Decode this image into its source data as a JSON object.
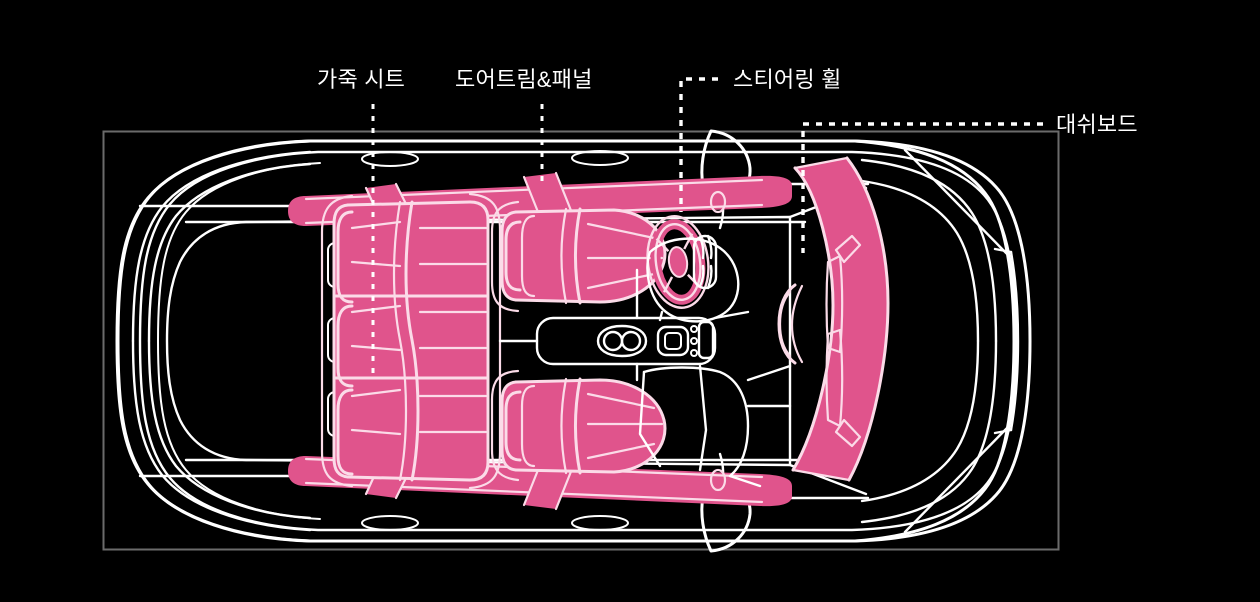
{
  "diagram": {
    "title": "car-interior-material-callouts",
    "background_color": "#000000",
    "frame_color": "#6b6b6b",
    "outline_color": "#ffffff",
    "highlight_color": "#e0548c",
    "label_color": "#ffffff",
    "view": "top-down car interior plan"
  },
  "labels": {
    "leather_seat": "가죽 시트",
    "door_trim_panel": "도어트림&패널",
    "steering_wheel": "스티어링 휠",
    "dashboard": "대쉬보드"
  },
  "callouts": [
    {
      "id": "leather-seat",
      "text": "가죽 시트",
      "leader": "vertical-dashed",
      "target": "rear-and-front-seats"
    },
    {
      "id": "door-trim-panel",
      "text": "도어트림&패널",
      "leader": "vertical-dashed",
      "target": "door-trim-bands"
    },
    {
      "id": "steering-wheel",
      "text": "스티어링 휠",
      "leader": "elbow-dashed",
      "target": "steering-wheel"
    },
    {
      "id": "dashboard",
      "text": "대쉬보드",
      "leader": "elbow-dashed",
      "target": "dashboard-band"
    }
  ],
  "highlighted_parts": [
    "가죽 시트",
    "도어트림&패널",
    "스티어링 휠",
    "대쉬보드"
  ]
}
